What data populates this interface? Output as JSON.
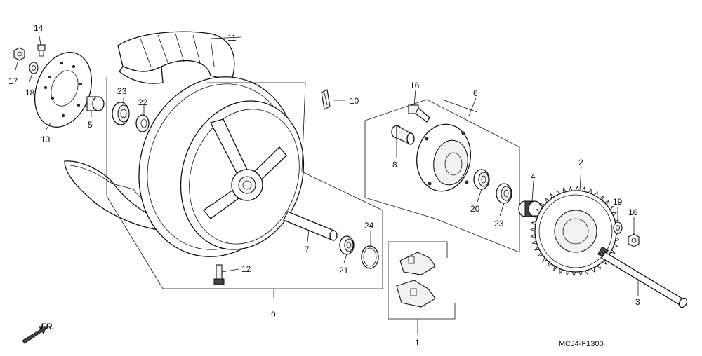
{
  "diagram_code": "MCJ4-F1300",
  "direction_label": "FR.",
  "callouts": {
    "c1": "1",
    "c2": "2",
    "c3": "3",
    "c4": "4",
    "c5": "5",
    "c6": "6",
    "c7": "7",
    "c8": "8",
    "c9": "9",
    "c10": "10",
    "c11": "11",
    "c12": "12",
    "c13": "13",
    "c14": "14",
    "c16a": "16",
    "c16b": "16",
    "c17": "17",
    "c18": "18",
    "c19": "19",
    "c20": "20",
    "c21": "21",
    "c22": "22",
    "c23a": "23",
    "c23b": "23",
    "c24": "24"
  }
}
